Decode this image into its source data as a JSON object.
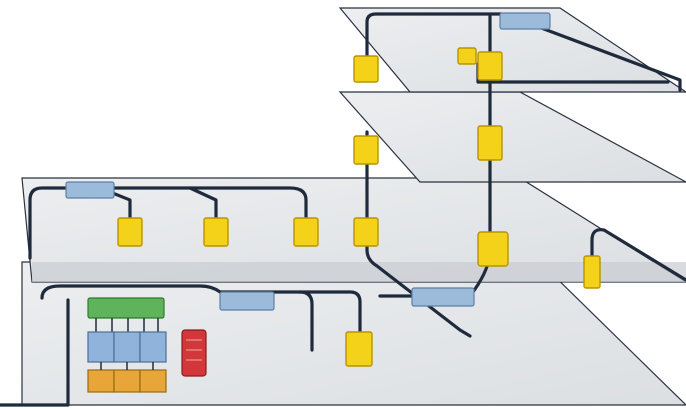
{
  "diagram": {
    "palette": {
      "floor_fill": "#e6e8ea",
      "floor_stroke": "#2a3140",
      "floor_shadow": "#cfd2d6",
      "cable": "#1f2b3d",
      "device_yellow": "#f4d21a",
      "device_yellow_dark": "#b89400",
      "hub_blue": "#9cbad9",
      "hub_blue_dark": "#5d7fa6",
      "panel_green": "#5fb35a",
      "rack_blue": "#8fb3da",
      "rack_orange": "#e8a63a",
      "red_unit": "#d2383a"
    },
    "floors": [
      "top-floor",
      "third-floor",
      "second-floor",
      "ground-floor"
    ],
    "icons": [
      "network-hub-icon",
      "network-outlet-icon",
      "patch-panel-icon",
      "server-rack-icon",
      "red-equipment-icon"
    ]
  }
}
